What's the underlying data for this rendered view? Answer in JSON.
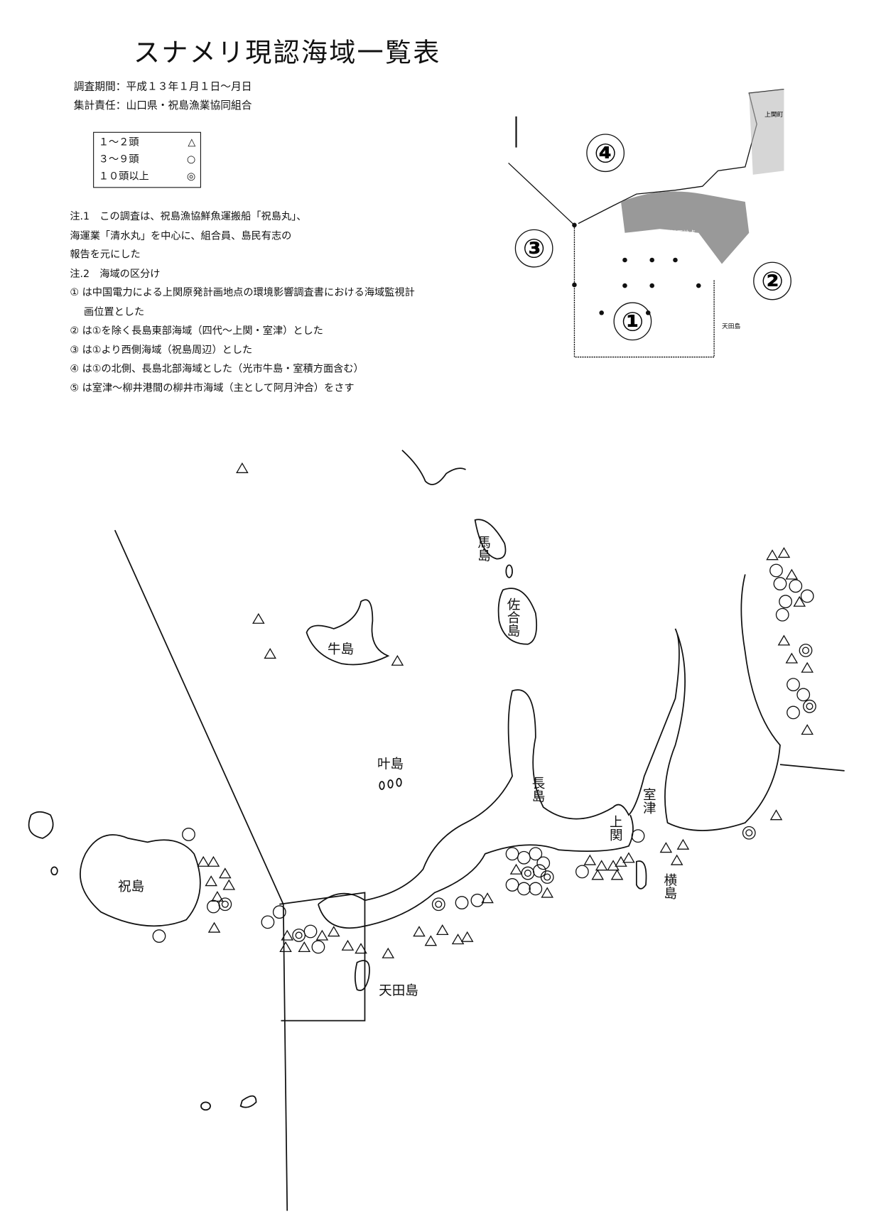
{
  "title": "スナメリ現認海域一覧表",
  "survey_period": "調査期間：平成１３年１月１日～月日",
  "responsible": "集計責任：山口県・祝島漁業協同組合",
  "legend": [
    {
      "label": "１～２頭",
      "symbol": "△"
    },
    {
      "label": "３～９頭",
      "symbol": "○"
    },
    {
      "label": "１０頭以上",
      "symbol": "◎"
    }
  ],
  "notes": [
    "注.1　この調査は、祝島漁協鮮魚運搬船「祝島丸」、",
    "海運業「清水丸」を中心に、組合員、島民有志の",
    "報告を元にした",
    "注.2　海域の区分け",
    "① は中国電力による上関原発計画地点の環境影響調査書における海域監視計",
    "画位置とした",
    "② は①を除く長島東部海域（四代～上関・室津）とした",
    "③ は①より西側海域（祝島周辺）とした",
    "④ は①の北側、長島北部海域とした（光市牛島・室積方面含む）",
    "⑤ は室津～柳井港間の柳井市海域（主として阿月沖合）をさす"
  ],
  "inset": {
    "zones": [
      "①",
      "②",
      "③",
      "④"
    ],
    "labels": [
      "発電所計画地点",
      "上関町",
      "天田島"
    ]
  },
  "map_labels": {
    "umashima": "馬島",
    "sagoushima": "佐合島",
    "ushijima": "牛島",
    "kanaejima": "叶島",
    "nagashima": "長島",
    "kaminoseki": "上関",
    "murotsu": "室津",
    "yokoshima": "横島",
    "iwaishima": "祝島",
    "amadajima": "天田島"
  }
}
